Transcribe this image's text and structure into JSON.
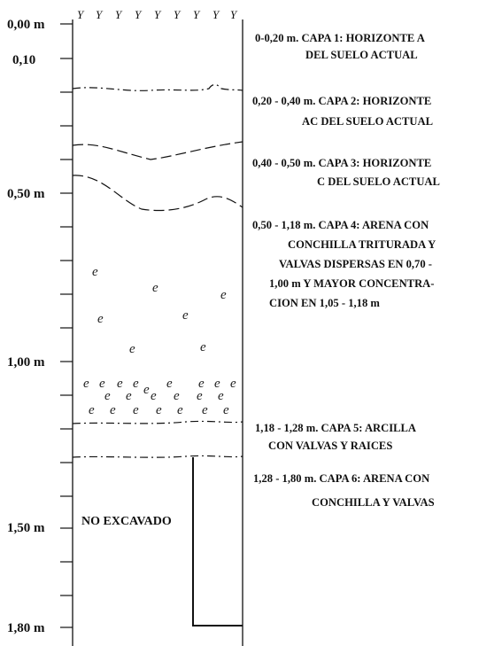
{
  "depth_labels": [
    "0,00 m",
    "0,10",
    "0,50 m",
    "1,00 m",
    "1,50 m",
    "1,80 m"
  ],
  "layers": [
    {
      "lines": [
        "0-0,20 m. CAPA 1: HORIZONTE A",
        "DEL SUELO ACTUAL"
      ]
    },
    {
      "lines": [
        "0,20 - 0,40 m. CAPA 2: HORIZONTE",
        "AC  DEL SUELO ACTUAL"
      ]
    },
    {
      "lines": [
        "0,40 - 0,50 m. CAPA 3: HORIZONTE",
        "C  DEL SUELO ACTUAL"
      ]
    },
    {
      "lines": [
        "0,50 - 1,18 m. CAPA 4: ARENA CON",
        "CONCHILLA TRITURADA Y",
        "VALVAS DISPERSAS EN 0,70 -",
        "1,00 m Y MAYOR CONCENTRA-",
        "CION EN 1,05 - 1,18 m"
      ]
    },
    {
      "lines": [
        "1,18 - 1,28 m. CAPA 5: ARCILLA",
        "CON VALVAS Y RAICES"
      ]
    },
    {
      "lines": [
        "1,28 - 1,80 m. CAPA 6: ARENA CON",
        "CONCHILLA Y VALVAS"
      ]
    }
  ],
  "unexcavated_label": "NO EXCAVADO",
  "shell_glyph": "e",
  "grass_glyph": "Y"
}
